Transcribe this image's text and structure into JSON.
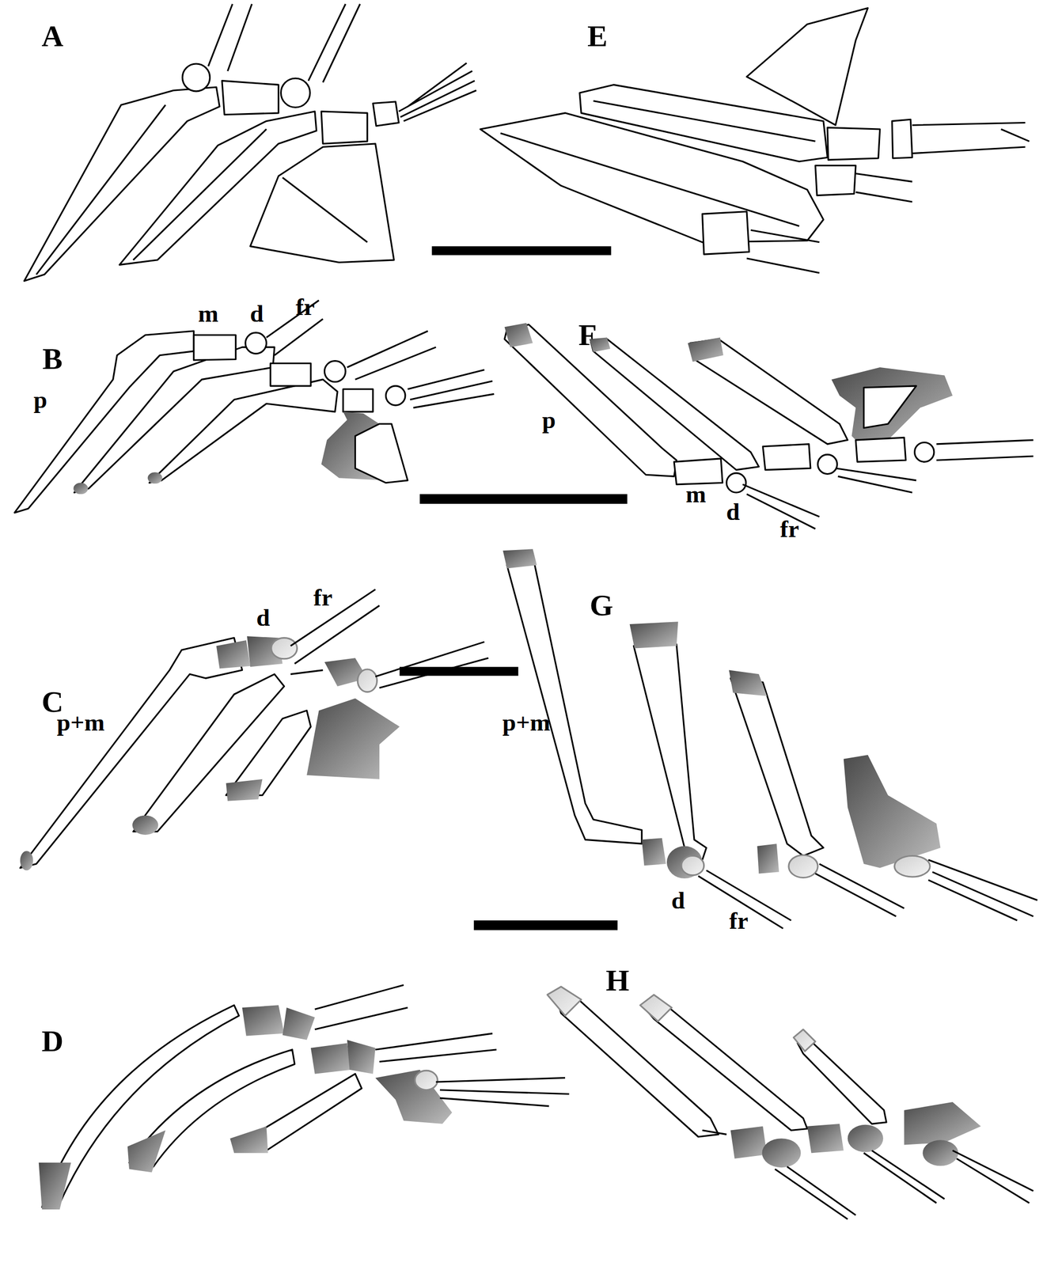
{
  "diagram": {
    "labels": [
      "A",
      "E",
      "m",
      "d",
      "fr",
      "B",
      "F",
      "p",
      "p",
      "m",
      "d",
      "fr",
      "d",
      "fr",
      "C",
      "G",
      "p+m",
      "p+m",
      "d",
      "fr",
      "H",
      "D"
    ]
  }
}
